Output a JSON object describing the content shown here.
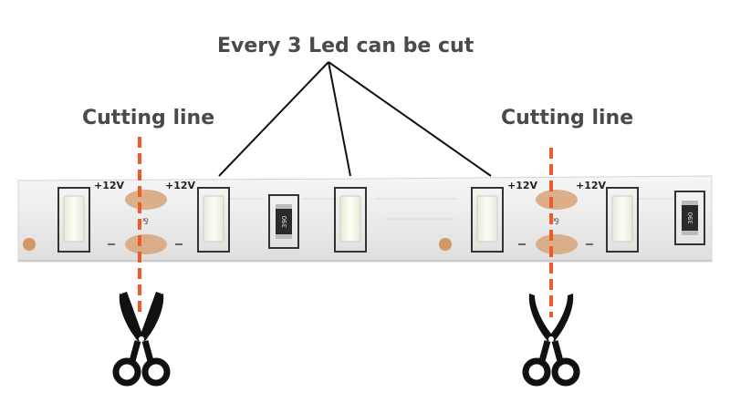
{
  "title": "Every 3 Led can be cut",
  "cutting_line_left": "Cutting line",
  "cutting_line_right": "Cutting line",
  "pad_labels": {
    "a": "+12V",
    "b": "+12V",
    "c": "+12V",
    "d": "+12V"
  },
  "resistor_labels": {
    "r1": "390",
    "r2": "390"
  },
  "colors": {
    "strip": "#ececec",
    "cut_line": "#f05a28",
    "copper_pad": "#d9a77f",
    "text": "#4a4a4a",
    "led_body": "#f3f3ee",
    "led_glow": "#ffffff"
  }
}
